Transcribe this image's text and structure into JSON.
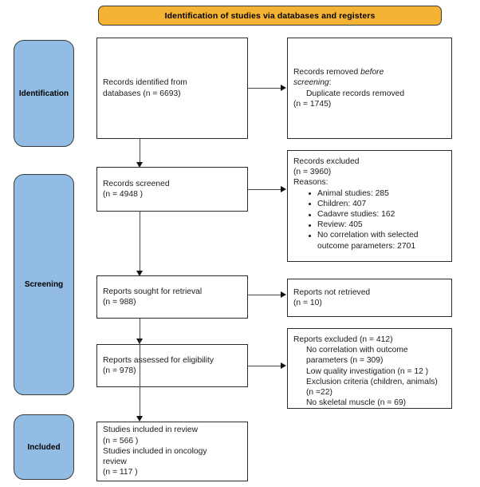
{
  "diagram": {
    "title": "PRISMA flow diagram",
    "banner": {
      "label": "Identification of studies via databases and registers"
    },
    "colors": {
      "banner_fill": "#f5b335",
      "stage_fill": "#92bce3",
      "box_fill": "#ffffff",
      "border": "#2b2b2b",
      "arrow": "#111111",
      "text": "#1b1b1b"
    },
    "stages": [
      {
        "id": "identification",
        "label": "Identification"
      },
      {
        "id": "screening",
        "label": "Screening"
      },
      {
        "id": "included",
        "label": "Included"
      }
    ],
    "nodes": {
      "records_identified": {
        "name": "records-identified-from-databases",
        "lines": [
          "Records identified from",
          "databases (n = 6693)"
        ]
      },
      "records_removed": {
        "name": "records-removed-before-screening",
        "lines": [
          {
            "text": "Records removed ",
            "style": "plain"
          },
          {
            "text": "before",
            "style": "italic"
          },
          {
            "text": "screening",
            "style": "italic"
          },
          {
            "text": "Duplicate records removed",
            "style": "indent"
          },
          {
            "text": "(n = 1745)",
            "style": "plain"
          }
        ],
        "line1a": "Records removed ",
        "line1b": "before",
        "line2a": "screening",
        "line2b": ":",
        "line3": "Duplicate records removed",
        "line4": "(n = 1745)"
      },
      "records_screened": {
        "name": "records-screened",
        "lines": [
          "Records screened",
          "(n = 4948 )"
        ]
      },
      "records_excluded": {
        "name": "records-excluded",
        "heading": [
          "Records excluded",
          "(n = 3960)",
          "Reasons:"
        ],
        "reasons": [
          "Animal studies: 285",
          "Children: 407",
          "Cadavre studies: 162",
          "Review: 405",
          "No correlation with selected outcome parameters: 2701"
        ]
      },
      "reports_sought": {
        "name": "reports-sought-for-retrieval",
        "lines": [
          "Reports sought for retrieval",
          "(n = 988)"
        ]
      },
      "reports_not_retrieved": {
        "name": "reports-not-retrieved",
        "lines": [
          "Reports not retrieved",
          "(n = 10)"
        ]
      },
      "reports_assessed": {
        "name": "reports-assessed-for-eligibility",
        "lines": [
          "Reports assessed for eligibility",
          "(n = 978)"
        ]
      },
      "reports_excluded": {
        "name": "reports-excluded",
        "heading": "Reports excluded (n = 412)",
        "items": [
          "No correlation with outcome",
          "parameters (n = 309)",
          "Low quality investigation (n = 12 )",
          "Exclusion criteria (children, animals)",
          "(n =22)",
          "No skeletal muscle (n = 69)"
        ]
      },
      "studies_included": {
        "name": "studies-included-in-review",
        "lines": [
          "Studies included in review",
          "(n = 566 )",
          "Studies included in oncology",
          "review",
          "(n = 117 )"
        ]
      }
    }
  },
  "chart_data": {
    "type": "diagram",
    "title": "Identification of studies via databases and registers",
    "flow": [
      {
        "step": "Records identified from databases",
        "n": 6693
      },
      {
        "step": "Duplicate records removed before screening",
        "n": 1745
      },
      {
        "step": "Records screened",
        "n": 4948
      },
      {
        "step": "Records excluded",
        "n": 3960,
        "reasons": [
          {
            "label": "Animal studies",
            "n": 285
          },
          {
            "label": "Children",
            "n": 407
          },
          {
            "label": "Cadavre studies",
            "n": 162
          },
          {
            "label": "Review",
            "n": 405
          },
          {
            "label": "No correlation with selected outcome parameters",
            "n": 2701
          }
        ]
      },
      {
        "step": "Reports sought for retrieval",
        "n": 988
      },
      {
        "step": "Reports not retrieved",
        "n": 10
      },
      {
        "step": "Reports assessed for eligibility",
        "n": 978
      },
      {
        "step": "Reports excluded",
        "n": 412,
        "reasons": [
          {
            "label": "No correlation with outcome parameters",
            "n": 309
          },
          {
            "label": "Low quality investigation",
            "n": 12
          },
          {
            "label": "Exclusion criteria (children, animals)",
            "n": 22
          },
          {
            "label": "No skeletal muscle",
            "n": 69
          }
        ]
      },
      {
        "step": "Studies included in review",
        "n": 566
      },
      {
        "step": "Studies included in oncology review",
        "n": 117
      }
    ]
  }
}
